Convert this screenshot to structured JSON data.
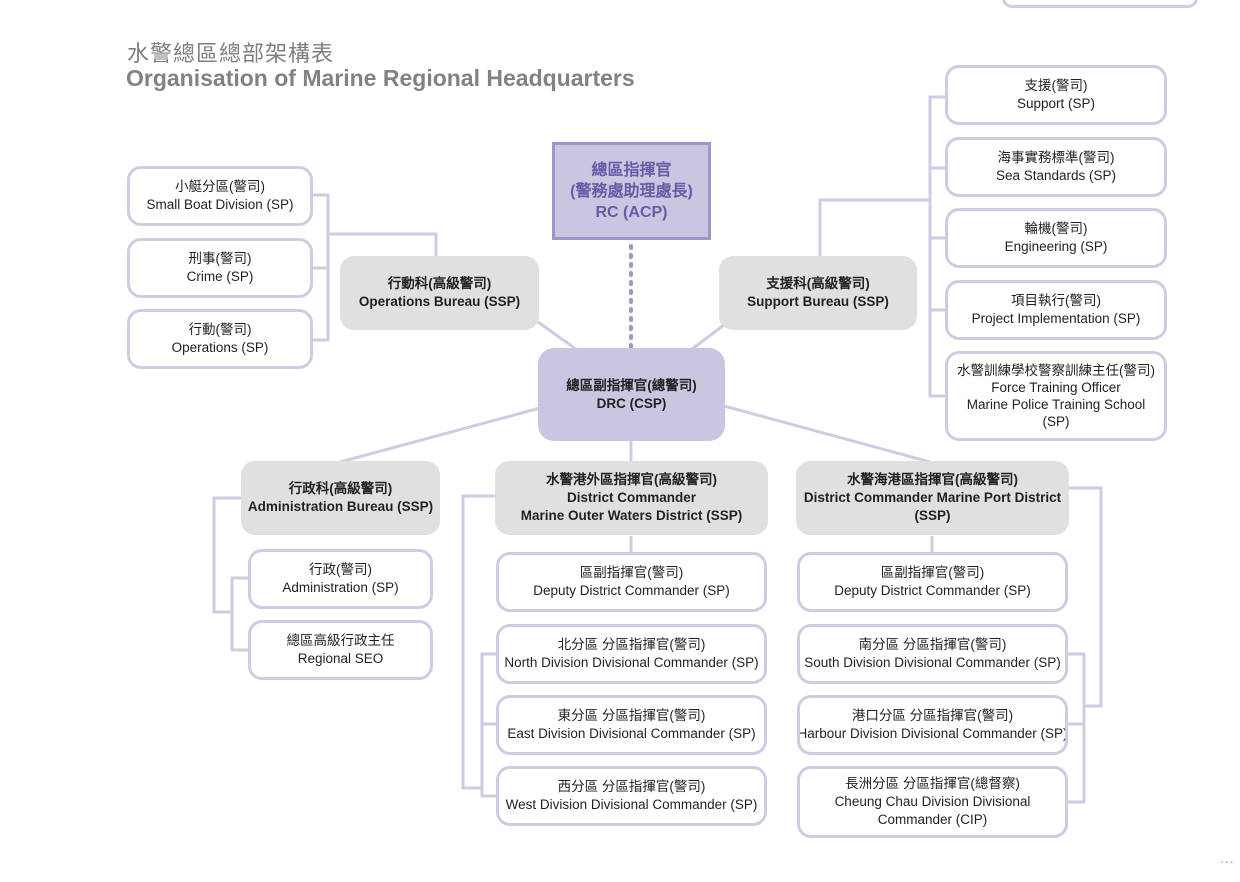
{
  "title": {
    "zh": "水警總區總部架構表",
    "en": "Organisation of Marine Regional Headquarters"
  },
  "colors": {
    "connector": "#cfcbe3",
    "box_border": "#cfcbe3",
    "grey_fill": "#e0e0e0",
    "purple_fill": "#cac6e2",
    "top_text": "#6a5aa6"
  },
  "nodes": {
    "rc": {
      "zh": "總區指揮官",
      "zh2": "(警務處助理處長)",
      "en": "RC (ACP)"
    },
    "drc": {
      "zh": "總區副指揮官(總警司)",
      "en": "DRC (CSP)"
    },
    "ops_bureau": {
      "zh": "行動科(高級警司)",
      "en": "Operations Bureau (SSP)"
    },
    "support_bureau": {
      "zh": "支援科(高級警司)",
      "en": "Support Bureau (SSP)"
    },
    "small_boat": {
      "zh": "小艇分區(警司)",
      "en": "Small Boat Division (SP)"
    },
    "crime": {
      "zh": "刑事(警司)",
      "en": "Crime (SP)"
    },
    "operations": {
      "zh": "行動(警司)",
      "en": "Operations (SP)"
    },
    "support": {
      "zh": "支援(警司)",
      "en": "Support (SP)"
    },
    "sea_standards": {
      "zh": "海事實務標準(警司)",
      "en": "Sea Standards (SP)"
    },
    "engineering": {
      "zh": "輪機(警司)",
      "en": "Engineering (SP)"
    },
    "project_impl": {
      "zh": "項目執行(警司)",
      "en": "Project Implementation (SP)"
    },
    "training": {
      "zh": "水警訓練學校警察訓練主任(警司)",
      "en1": "Force Training Officer",
      "en2": "Marine Police Training School",
      "en3": "(SP)"
    },
    "admin_bureau": {
      "zh": "行政科(高級警司)",
      "en": "Administration Bureau (SSP)"
    },
    "administration": {
      "zh": "行政(警司)",
      "en": "Administration (SP)"
    },
    "regional_seo": {
      "zh": "總區高級行政主任",
      "en": "Regional SEO"
    },
    "outer_waters": {
      "zh": "水警港外區指揮官(高級警司)",
      "en1": "District Commander",
      "en2": "Marine Outer Waters District (SSP)"
    },
    "ow_deputy": {
      "zh": "區副指揮官(警司)",
      "en": "Deputy District Commander (SP)"
    },
    "north_div": {
      "zh": "北分區 分區指揮官(警司)",
      "en": "North Division Divisional Commander (SP)"
    },
    "east_div": {
      "zh": "東分區 分區指揮官(警司)",
      "en": "East Division Divisional Commander (SP)"
    },
    "west_div": {
      "zh": "西分區 分區指揮官(警司)",
      "en": "West Division Divisional Commander (SP)"
    },
    "port_district": {
      "zh": "水警海港區指揮官(高級警司)",
      "en1": "District Commander Marine Port District",
      "en2": "(SSP)"
    },
    "pd_deputy": {
      "zh": "區副指揮官(警司)",
      "en": "Deputy District Commander (SP)"
    },
    "south_div": {
      "zh": "南分區 分區指揮官(警司)",
      "en": "South Division Divisional Commander (SP)"
    },
    "harbour_div": {
      "zh": "港口分區 分區指揮官(警司)",
      "en": "Harbour Division Divisional Commander (SP)"
    },
    "cheung_chau_div": {
      "zh": "長洲分區 分區指揮官(總督察)",
      "en1": "Cheung Chau Division Divisional",
      "en2": "Commander (CIP)"
    }
  },
  "page_marker": "..."
}
